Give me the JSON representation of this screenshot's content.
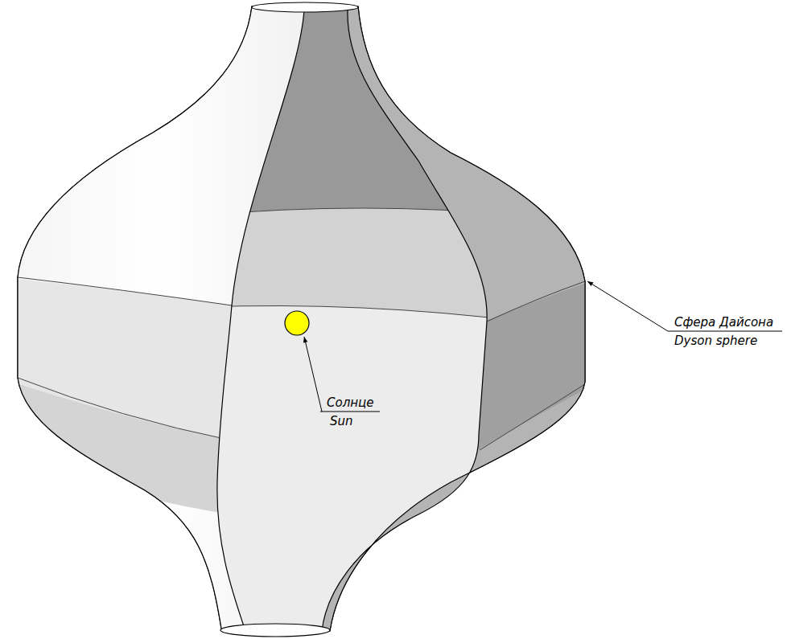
{
  "diagram": {
    "labels": [
      "Сфера Дайсона",
      "Dyson sphere",
      "Солнце",
      "Sun"
    ]
  }
}
